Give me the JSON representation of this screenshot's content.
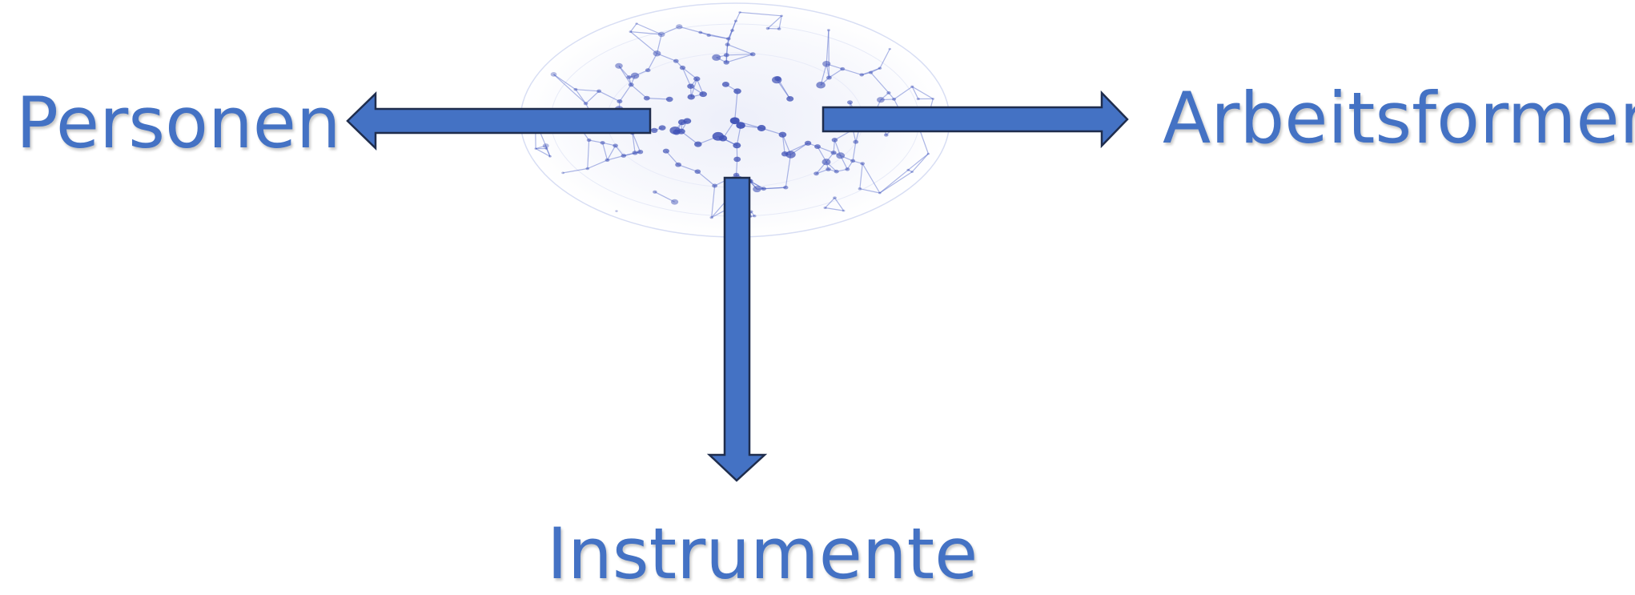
{
  "diagram": {
    "labels": {
      "left": "Personen",
      "right": "Arbeitsformen",
      "bottom": "Instrumente"
    },
    "colors": {
      "accent": "#4472C4",
      "arrow_outline": "#1F2D4D",
      "network": "#4A5FC8"
    },
    "icons": {
      "center": "network-sphere-icon"
    }
  }
}
